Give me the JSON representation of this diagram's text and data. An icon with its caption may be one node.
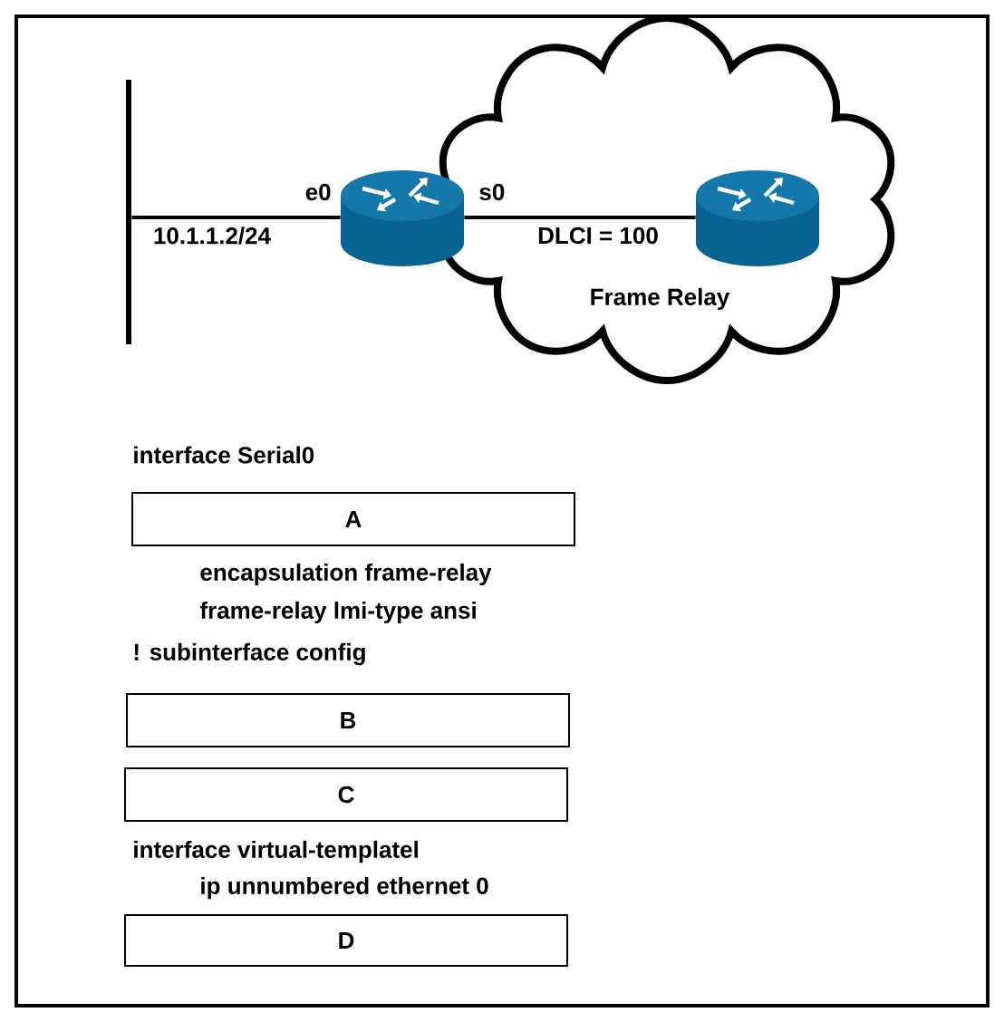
{
  "diagram": {
    "nodes": [
      {
        "text": [],
        "shape": "bar"
      },
      {
        "text": [
          "Frame Relay"
        ]
      },
      {
        "text": [],
        "shape": "cylinder"
      },
      {
        "text": [],
        "shape": "cylinder",
        "in": 1
      },
      {
        "text": [
          "A"
        ]
      },
      {
        "text": [
          "B"
        ]
      },
      {
        "text": [
          "C"
        ]
      },
      {
        "text": [
          "D"
        ]
      }
    ],
    "edges": [
      {
        "from": 0,
        "to": 2,
        "arrow": "none",
        "label": "10.1.1.2/24"
      },
      {
        "from": 2,
        "to": 3,
        "arrow": "none",
        "label": "DLCI = 100"
      }
    ],
    "labels": [
      "e0",
      "s0",
      "interface Serial0",
      "encapsulation frame-relay",
      "frame-relay lmi-type ansi",
      "! subinterface config",
      "interface virtual-templatel",
      "ip unnumbered ethernet 0"
    ]
  }
}
